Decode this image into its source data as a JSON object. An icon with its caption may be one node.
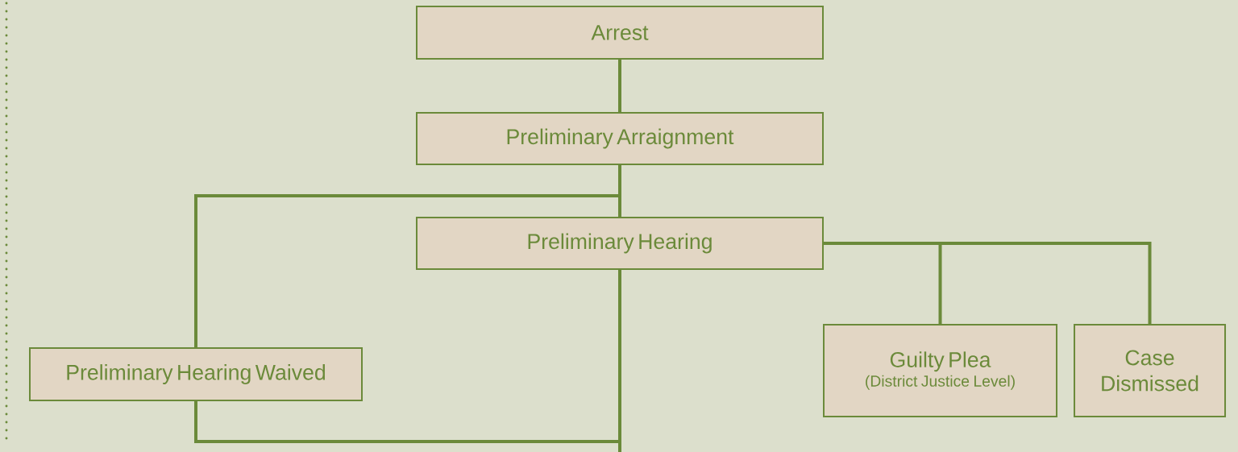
{
  "diagram": {
    "nodes": [
      {
        "text": [
          "Arrest"
        ]
      },
      {
        "text": [
          "Preliminary Arraignment"
        ]
      },
      {
        "text": [
          "Preliminary Hearing"
        ]
      },
      {
        "text": [
          "Preliminary Hearing Waived"
        ]
      },
      {
        "text": [
          "Guilty Plea",
          "(District Justice Level)"
        ]
      },
      {
        "text": [
          "Case Dismissed"
        ]
      }
    ],
    "edges": [
      {
        "from": 0,
        "to": 1,
        "arrow": "none"
      },
      {
        "from": 1,
        "to": 2,
        "arrow": "none"
      },
      {
        "from": 1,
        "to": 3,
        "arrow": "none"
      },
      {
        "from": 2,
        "to": 4,
        "arrow": "none"
      },
      {
        "from": 2,
        "to": 5,
        "arrow": "none"
      },
      {
        "from": 2,
        "to": null,
        "arrow": "none"
      },
      {
        "from": 3,
        "to": null,
        "arrow": "none"
      }
    ]
  }
}
